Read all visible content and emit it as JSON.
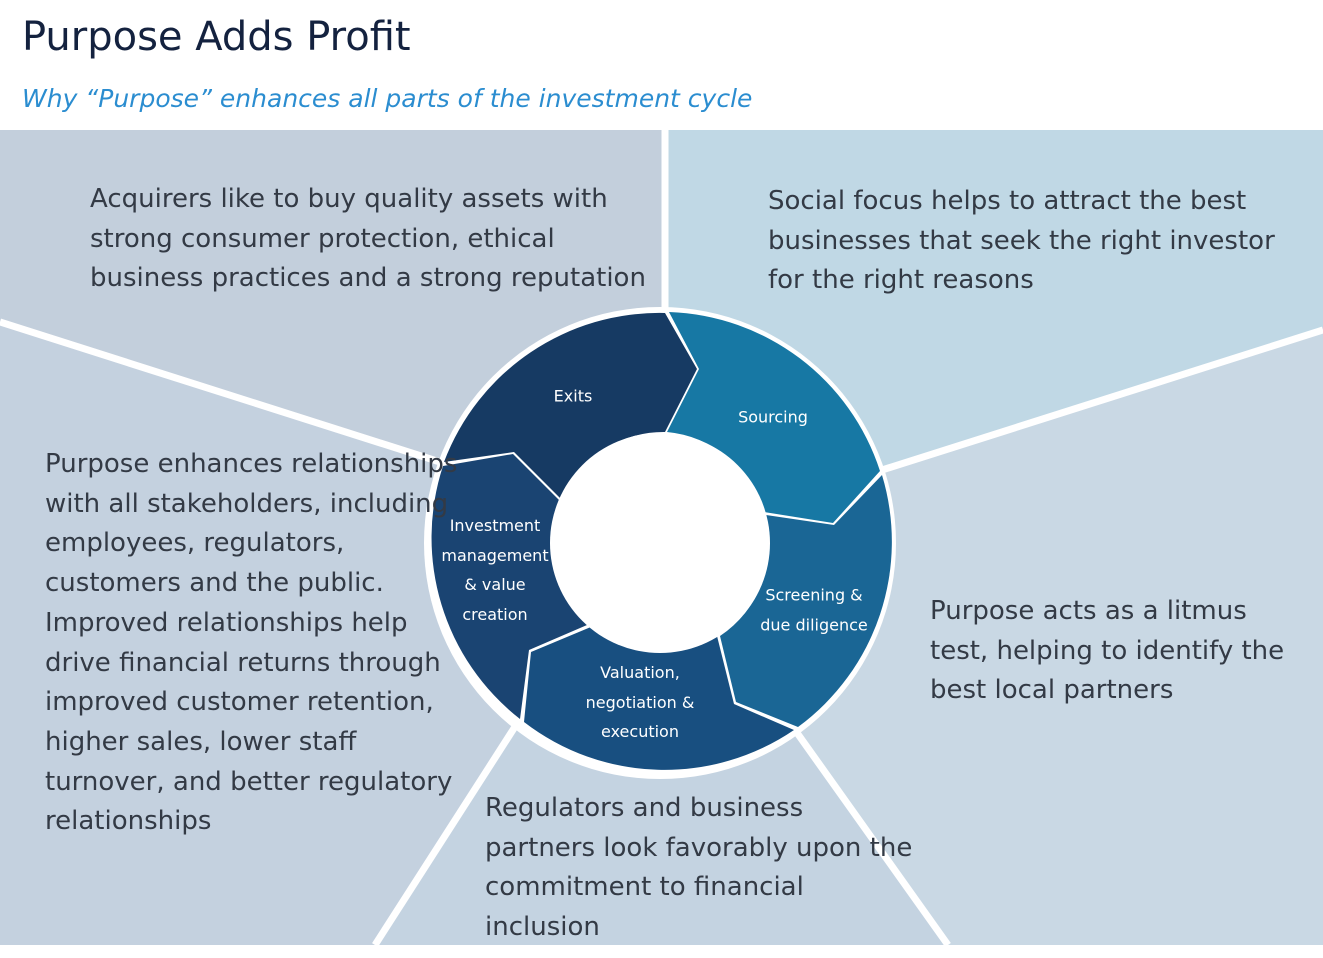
{
  "header": {
    "title": "Purpose Adds Profit",
    "subtitle": "Why “Purpose” enhances all parts of the investment cycle"
  },
  "panels": {
    "top_left": "Acquirers like to buy quality assets with strong consumer protection, ethical business practices and a strong reputation",
    "top_right": "Social focus helps to attract the best businesses that seek the right investor for the right reasons",
    "right": "Purpose acts as a litmus test, helping to identify the best local partners",
    "bottom": "Regulators and business partners look favorably upon the commitment to financial inclusion",
    "left": "Purpose enhances relationships with all stakeholders, including employees, regulators, customers and the public. Improved relationships help drive financial returns through improved customer retention, higher sales, lower staff turnover, and better regulatory relationships"
  },
  "cycle": {
    "exits": "Exits",
    "sourcing": "Sourcing",
    "screening": "Screening & due diligence",
    "valuation": "Valuation, negotiation & execution",
    "investment": "Investment management & value creation"
  },
  "colors": {
    "panel_top_left": "#c3cfdc",
    "panel_top_right": "#c0d8e5",
    "panel_right": "#c9d8e4",
    "panel_bottom": "#c4d3e1",
    "panel_left": "#c4d1df",
    "exits": "#163a63",
    "sourcing": "#1778a4",
    "screening": "#1a6695",
    "valuation": "#184f80",
    "investment": "#1a4472",
    "title": "#14223f",
    "subtitle": "#2b8dd0"
  }
}
